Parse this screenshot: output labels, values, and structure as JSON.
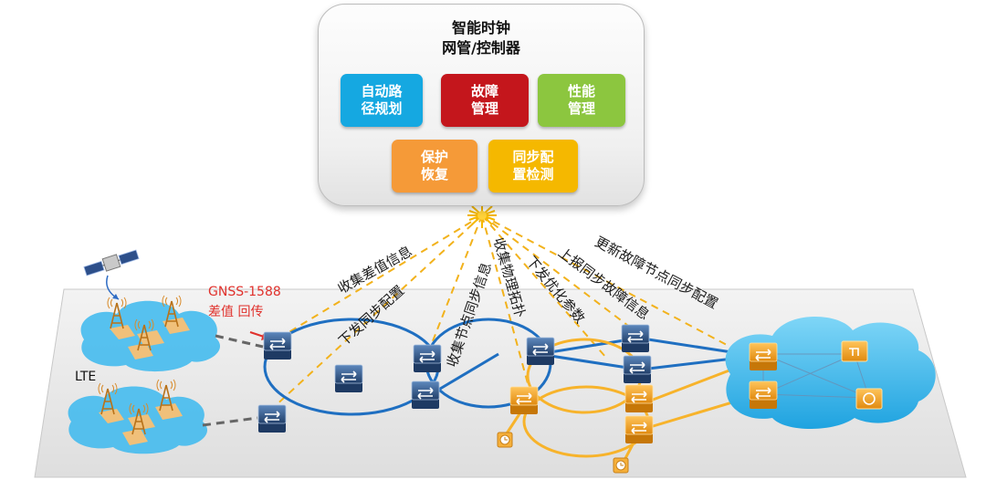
{
  "controller": {
    "title_line1": "智能时钟",
    "title_line2": "网管/控制器",
    "modules": [
      {
        "line1": "自动路",
        "line2": "径规划",
        "color": "#15a8e1"
      },
      {
        "line1": "故障",
        "line2": "管理",
        "color": "#c4161c"
      },
      {
        "line1": "性能",
        "line2": "管理",
        "color": "#8cc63f"
      },
      {
        "line1": "保护",
        "line2": "恢复",
        "color": "#f59a38"
      },
      {
        "line1": "同步配",
        "line2": "置检测",
        "color": "#f5b800"
      }
    ]
  },
  "links": {
    "collect_diff": "收集差值信息",
    "send_sync_config": "下发同步配置",
    "collect_node_sync": "收集节点同步信息",
    "collect_topology": "收集物理拓扑",
    "send_optimize": "下发优化参数",
    "report_fault": "上报同步故障信息",
    "update_fault": "更新故障节点同步配置"
  },
  "gnss": {
    "line1": "GNSS-1588",
    "line2": "差值 回传"
  },
  "lte_label": "LTE",
  "colors": {
    "blue_ring": "#1f6fc1",
    "orange_ring": "#f7b32b",
    "dashed": "#f2b21c",
    "cloud": "#2fb3ea",
    "node_blue": "#2e5e99",
    "node_orange": "#f5a623"
  },
  "icons": [
    "satellite-icon",
    "antenna-icon",
    "router-icon",
    "clock-icon",
    "sun-icon"
  ]
}
